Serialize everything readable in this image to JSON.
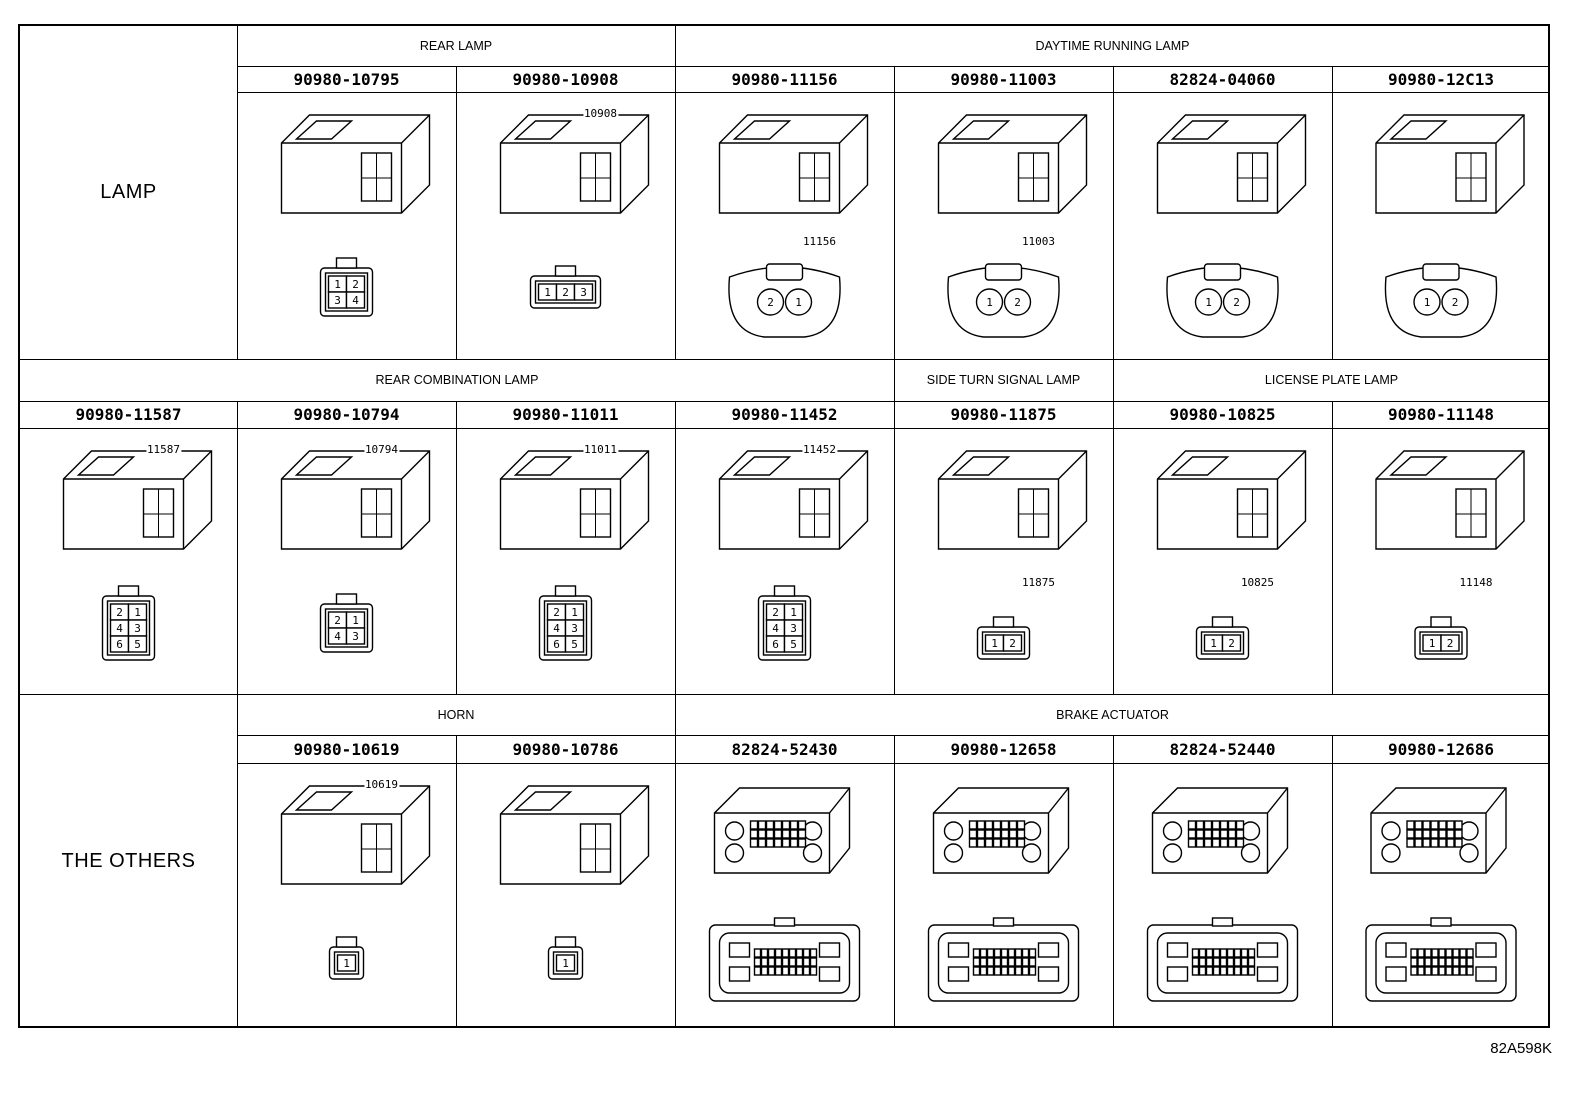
{
  "reference_code": "82A598K",
  "sections": [
    {
      "category": "LAMP",
      "groups": [
        {
          "label": "REAR LAMP",
          "connectors": [
            {
              "part": "90980-10795",
              "id_label": "",
              "pins": [
                "1",
                "2",
                "3",
                "4"
              ]
            },
            {
              "part": "90980-10908",
              "id_label": "10908",
              "pins": [
                "1",
                "2",
                "3"
              ]
            }
          ]
        },
        {
          "label": "DAYTIME RUNNING LAMP",
          "connectors": [
            {
              "part": "90980-11156",
              "id_label": "11156",
              "pins": [
                "2",
                "1"
              ]
            },
            {
              "part": "90980-11003",
              "id_label": "11003",
              "pins": [
                "1",
                "2"
              ]
            },
            {
              "part": "82824-04060",
              "id_label": "",
              "pins": [
                "1",
                "2"
              ]
            },
            {
              "part": "90980-12C13",
              "id_label": "",
              "pins": [
                "1",
                "2"
              ]
            }
          ]
        }
      ]
    },
    {
      "category": "",
      "groups": [
        {
          "label": "REAR COMBINATION LAMP",
          "connectors": [
            {
              "part": "90980-11587",
              "id_label": "11587",
              "pins": [
                "2",
                "1",
                "4",
                "3",
                "6",
                "5"
              ]
            },
            {
              "part": "90980-10794",
              "id_label": "10794",
              "pins": [
                "2",
                "1",
                "4",
                "3"
              ]
            },
            {
              "part": "90980-11011",
              "id_label": "11011",
              "pins": [
                "2",
                "1",
                "4",
                "3",
                "6",
                "5"
              ]
            },
            {
              "part": "90980-11452",
              "id_label": "11452",
              "pins": [
                "2",
                "1",
                "4",
                "3",
                "6",
                "5"
              ]
            }
          ]
        },
        {
          "label": "SIDE TURN SIGNAL LAMP",
          "connectors": [
            {
              "part": "90980-11875",
              "id_label": "11875",
              "pins": [
                "1",
                "2"
              ]
            }
          ]
        },
        {
          "label": "LICENSE PLATE LAMP",
          "connectors": [
            {
              "part": "90980-10825",
              "id_label": "10825",
              "pins": [
                "1",
                "2"
              ]
            },
            {
              "part": "90980-11148",
              "id_label": "11148",
              "pins": [
                "1",
                "2"
              ]
            }
          ]
        }
      ]
    },
    {
      "category": "THE OTHERS",
      "groups": [
        {
          "label": "HORN",
          "connectors": [
            {
              "part": "90980-10619",
              "id_label": "10619",
              "pins": [
                "1"
              ]
            },
            {
              "part": "90980-10786",
              "id_label": "",
              "pins": [
                "1"
              ]
            }
          ]
        },
        {
          "label": "BRAKE ACTUATOR",
          "connectors": [
            {
              "part": "82824-52430",
              "id_label": "",
              "pins": []
            },
            {
              "part": "90980-12658",
              "id_label": "",
              "pins": []
            },
            {
              "part": "82824-52440",
              "id_label": "",
              "pins": []
            },
            {
              "part": "90980-12686",
              "id_label": "",
              "pins": []
            }
          ]
        }
      ]
    }
  ]
}
